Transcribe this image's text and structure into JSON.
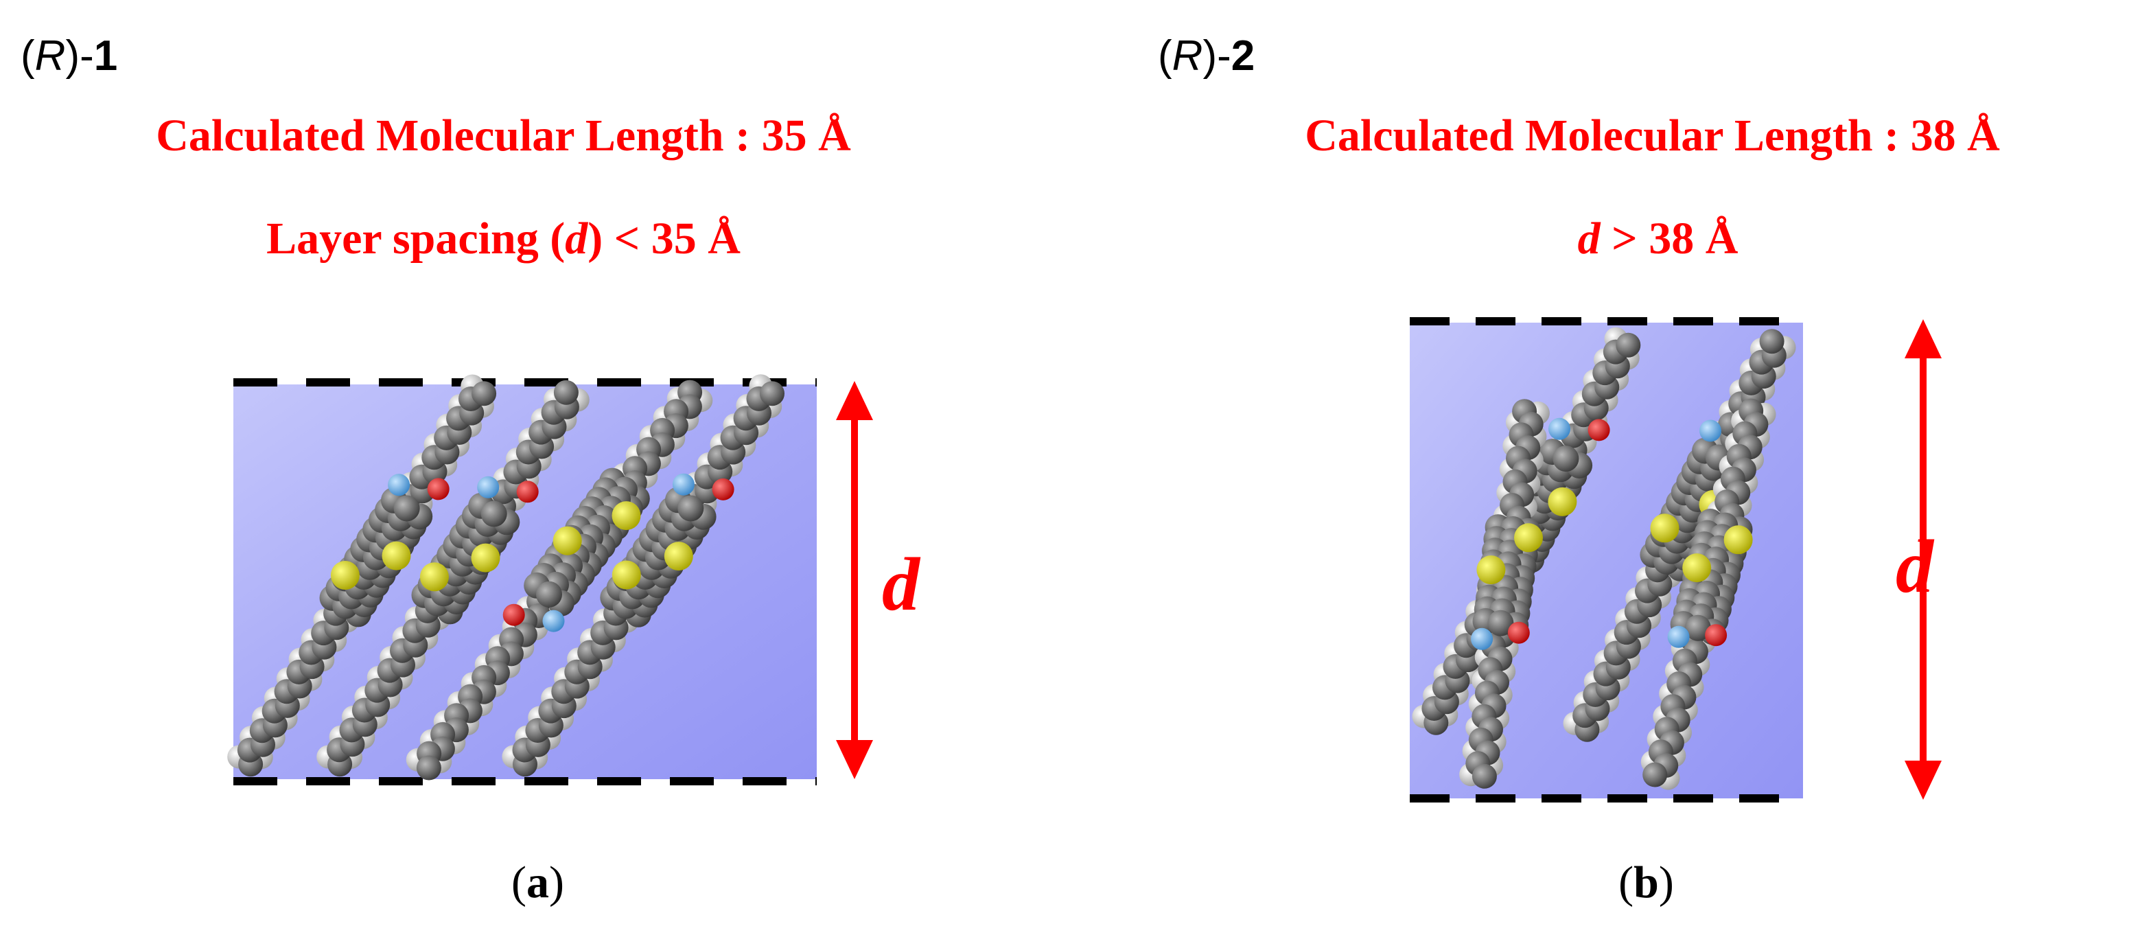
{
  "panels": [
    {
      "compound_prefix": "(",
      "compound_config": "R",
      "compound_mid": ")-",
      "compound_number": "1",
      "line1": "Calculated Molecular Length : 35 Å",
      "line2_before": "Layer spacing (",
      "line2_italic": "d",
      "line2_after": ") < 35 Å",
      "d_label": "d",
      "caption_open": "(",
      "caption_letter": "a",
      "caption_close": ")"
    },
    {
      "compound_prefix": "(",
      "compound_config": "R",
      "compound_mid": ")-",
      "compound_number": "2",
      "line1": "Calculated Molecular Length : 38 Å",
      "line2_italic": "d",
      "line2_after": " > 38 Å",
      "d_label": "d",
      "caption_open": "(",
      "caption_letter": "b",
      "caption_close": ")"
    }
  ],
  "colors": {
    "text_red": "#ff0000",
    "layer_fill": "#9a9cf6",
    "carbon": "#6a6a6a",
    "hydrogen": "#d8d8d8",
    "sulfur": "#d6d200",
    "oxygen": "#e00000",
    "nitrogen": "#5aa8e8"
  }
}
